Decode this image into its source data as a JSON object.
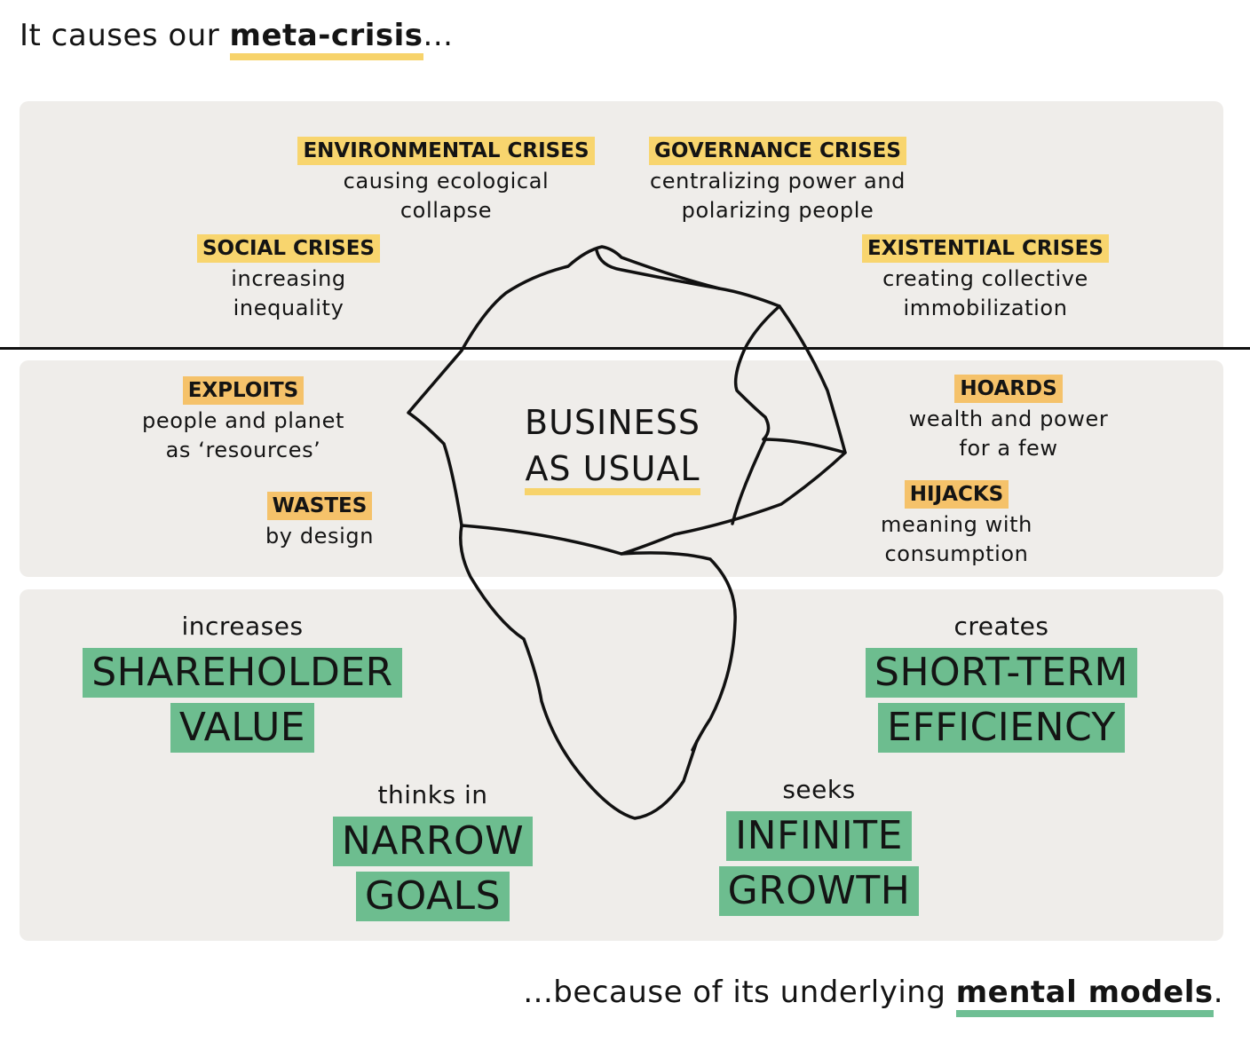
{
  "header": {
    "prefix": "It causes our ",
    "highlight": "meta-crisis",
    "suffix": "..."
  },
  "footer": {
    "prefix": "...because of its underlying ",
    "highlight": "mental models",
    "suffix": "."
  },
  "crises": {
    "environmental": {
      "tag": "ENVIRONMENTAL CRISES",
      "desc": "causing ecological\ncollapse"
    },
    "governance": {
      "tag": "GOVERNANCE CRISES",
      "desc": "centralizing power and\npolarizing people"
    },
    "social": {
      "tag": "SOCIAL CRISES",
      "desc": "increasing\ninequality"
    },
    "existential": {
      "tag": "EXISTENTIAL CRISES",
      "desc": "creating collective\nimmobilization"
    }
  },
  "behaviors": {
    "exploits": {
      "tag": "EXPLOITS",
      "desc": "people and planet\nas ‘resources’"
    },
    "wastes": {
      "tag": "WASTES",
      "desc": "by design"
    },
    "hoards": {
      "tag": "HOARDS",
      "desc": "wealth and power\nfor a few"
    },
    "hijacks": {
      "tag": "HIJACKS",
      "desc": "meaning with\nconsumption"
    }
  },
  "center": {
    "line1": "BUSINESS",
    "line2": "AS USUAL"
  },
  "models": {
    "shareholder": {
      "verb": "increases",
      "line1": "SHAREHOLDER",
      "line2": "VALUE"
    },
    "shortterm": {
      "verb": "creates",
      "line1": "SHORT-TERM",
      "line2": "EFFICIENCY"
    },
    "narrow": {
      "verb": "thinks in",
      "line1": "NARROW",
      "line2": "GOALS"
    },
    "infinite": {
      "verb": "seeks",
      "line1": "INFINITE",
      "line2": "GROWTH"
    }
  },
  "colors": {
    "yellow": "#f8d56e",
    "orange": "#f5c26a",
    "green": "#6dbd8f",
    "panel": "#efedea"
  }
}
